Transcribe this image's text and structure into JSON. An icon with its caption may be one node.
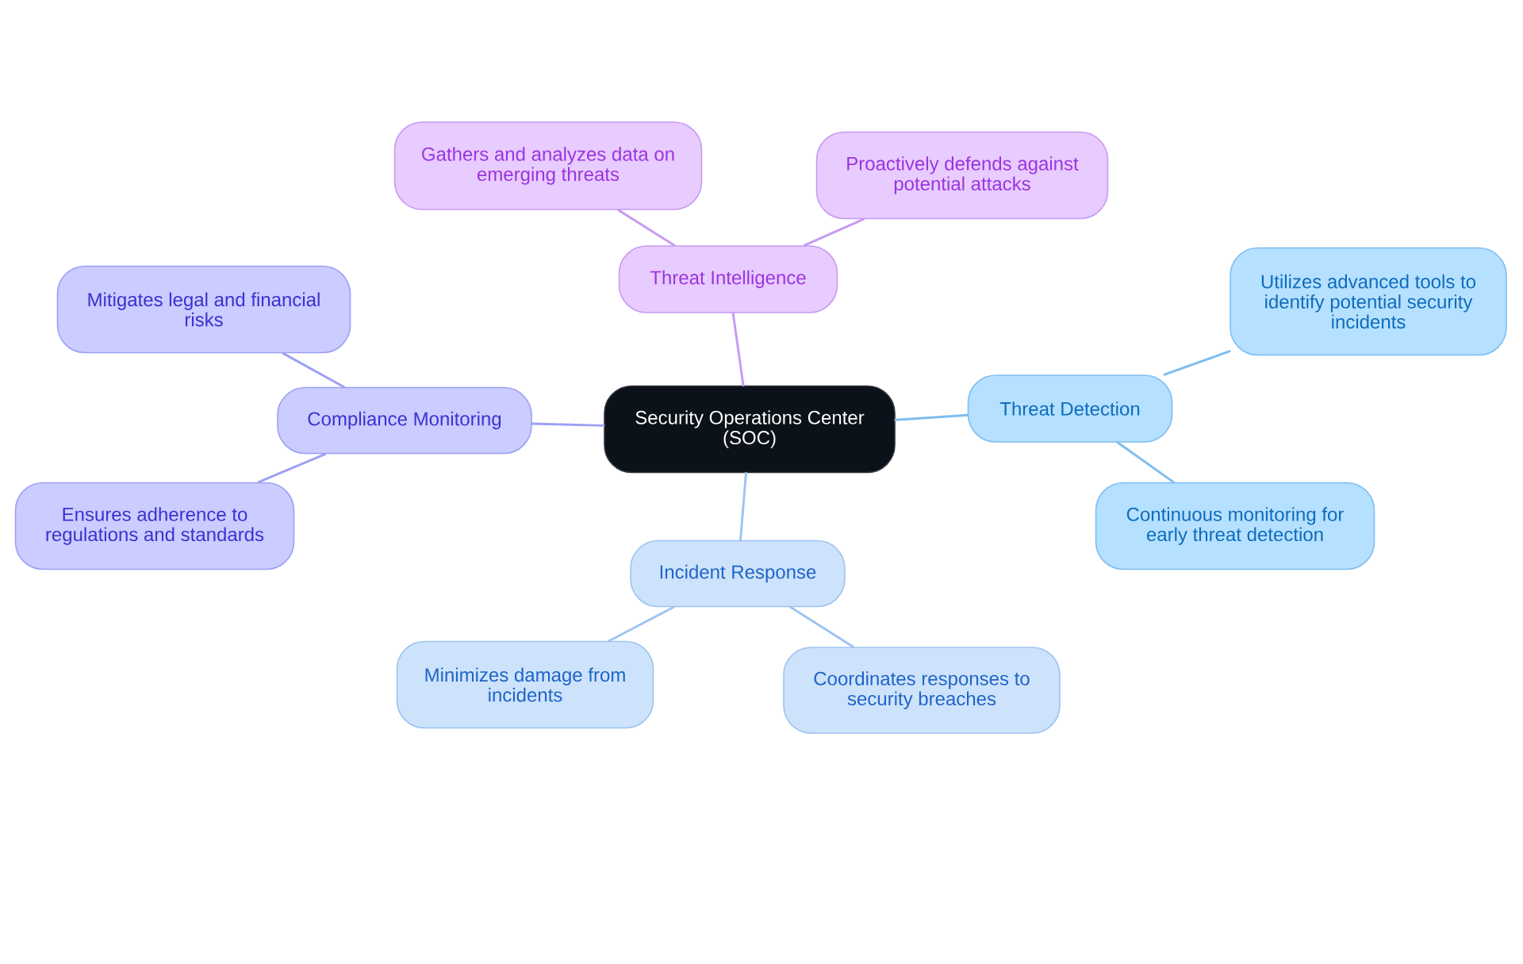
{
  "diagram": {
    "nodes": [
      {
        "text": [
          "Security Operations Center (SOC)"
        ]
      },
      {
        "text": [
          "Threat Intelligence"
        ]
      },
      {
        "text": [
          "Gathers and analyzes data on emerging threats"
        ]
      },
      {
        "text": [
          "Proactively defends against potential attacks"
        ]
      },
      {
        "text": [
          "Threat Detection"
        ]
      },
      {
        "text": [
          "Utilizes advanced tools to identify potential security incidents"
        ]
      },
      {
        "text": [
          "Continuous monitoring for early threat detection"
        ]
      },
      {
        "text": [
          "Incident Response"
        ]
      },
      {
        "text": [
          "Minimizes damage from incidents"
        ]
      },
      {
        "text": [
          "Coordinates responses to security breaches"
        ]
      },
      {
        "text": [
          "Compliance Monitoring"
        ]
      },
      {
        "text": [
          "Mitigates legal and financial risks"
        ]
      },
      {
        "text": [
          "Ensures adherence to regulations and standards"
        ]
      }
    ],
    "edges": [
      {
        "from": 0,
        "to": 1,
        "arrow": "none",
        "color": "#c79bf2"
      },
      {
        "from": 1,
        "to": 2,
        "arrow": "none",
        "color": "#c79bf2"
      },
      {
        "from": 1,
        "to": 3,
        "arrow": "none",
        "color": "#c79bf2"
      },
      {
        "from": 0,
        "to": 4,
        "arrow": "none",
        "color": "#7ebdee"
      },
      {
        "from": 4,
        "to": 5,
        "arrow": "none",
        "color": "#7ebdee"
      },
      {
        "from": 4,
        "to": 6,
        "arrow": "none",
        "color": "#7ebdee"
      },
      {
        "from": 0,
        "to": 7,
        "arrow": "none",
        "color": "#9dc3f0"
      },
      {
        "from": 7,
        "to": 8,
        "arrow": "none",
        "color": "#9dc3f0"
      },
      {
        "from": 7,
        "to": 9,
        "arrow": "none",
        "color": "#9dc3f0"
      },
      {
        "from": 0,
        "to": 10,
        "arrow": "none",
        "color": "#9ca0f5"
      },
      {
        "from": 10,
        "to": 11,
        "arrow": "none",
        "color": "#9ca0f5"
      },
      {
        "from": 10,
        "to": 12,
        "arrow": "none",
        "color": "#9ca0f5"
      }
    ]
  }
}
